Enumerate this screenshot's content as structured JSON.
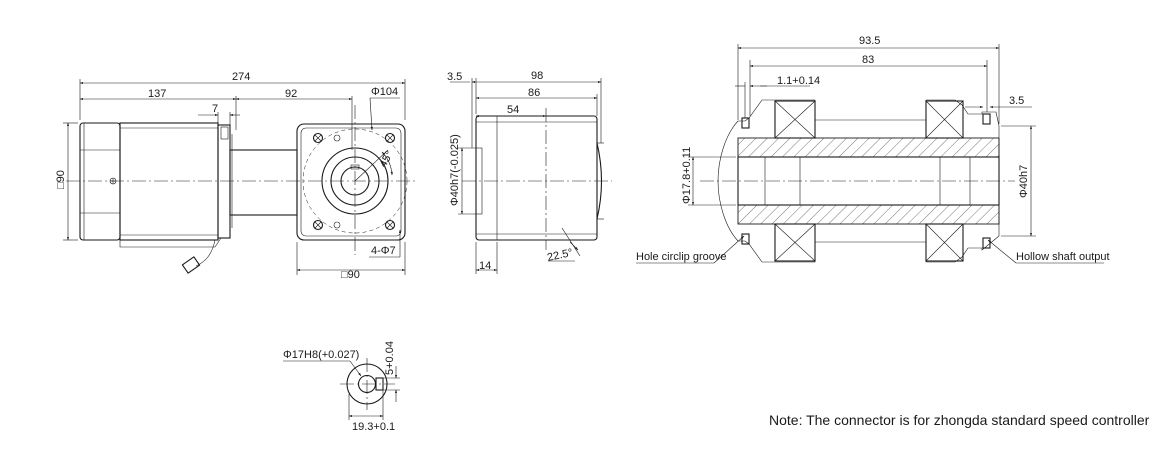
{
  "side_view": {
    "overall_length": "274",
    "motor_length": "137",
    "gap": "7",
    "gearbox_length": "92",
    "flange_circle": "Φ104",
    "height": "□90",
    "angle": "45°",
    "mount_holes": "4-Φ7",
    "flange_square": "□90"
  },
  "front_view": {
    "offset": "3.5",
    "length_98": "98",
    "length_86": "86",
    "length_54": "54",
    "pilot_diameter": "Φ40h7(-0.025)",
    "base_thickness": "14",
    "chamfer_angle": "22.5°"
  },
  "section_view": {
    "overall": "93.5",
    "inner": "83",
    "groove_width": "1.1+0.14",
    "offset": "3.5",
    "bore_diameter": "Φ17.8+0.11",
    "outer_diameter": "Φ40h7",
    "callout_groove": "Hole circlip groove",
    "callout_output": "Hollow shaft output"
  },
  "bore_detail": {
    "bore_tolerance": "Φ17H8(+0.027)",
    "key_width": "5+0.04",
    "key_depth": "19.3+0.1"
  },
  "note": "Note: The connector is for zhongda standard speed controller"
}
